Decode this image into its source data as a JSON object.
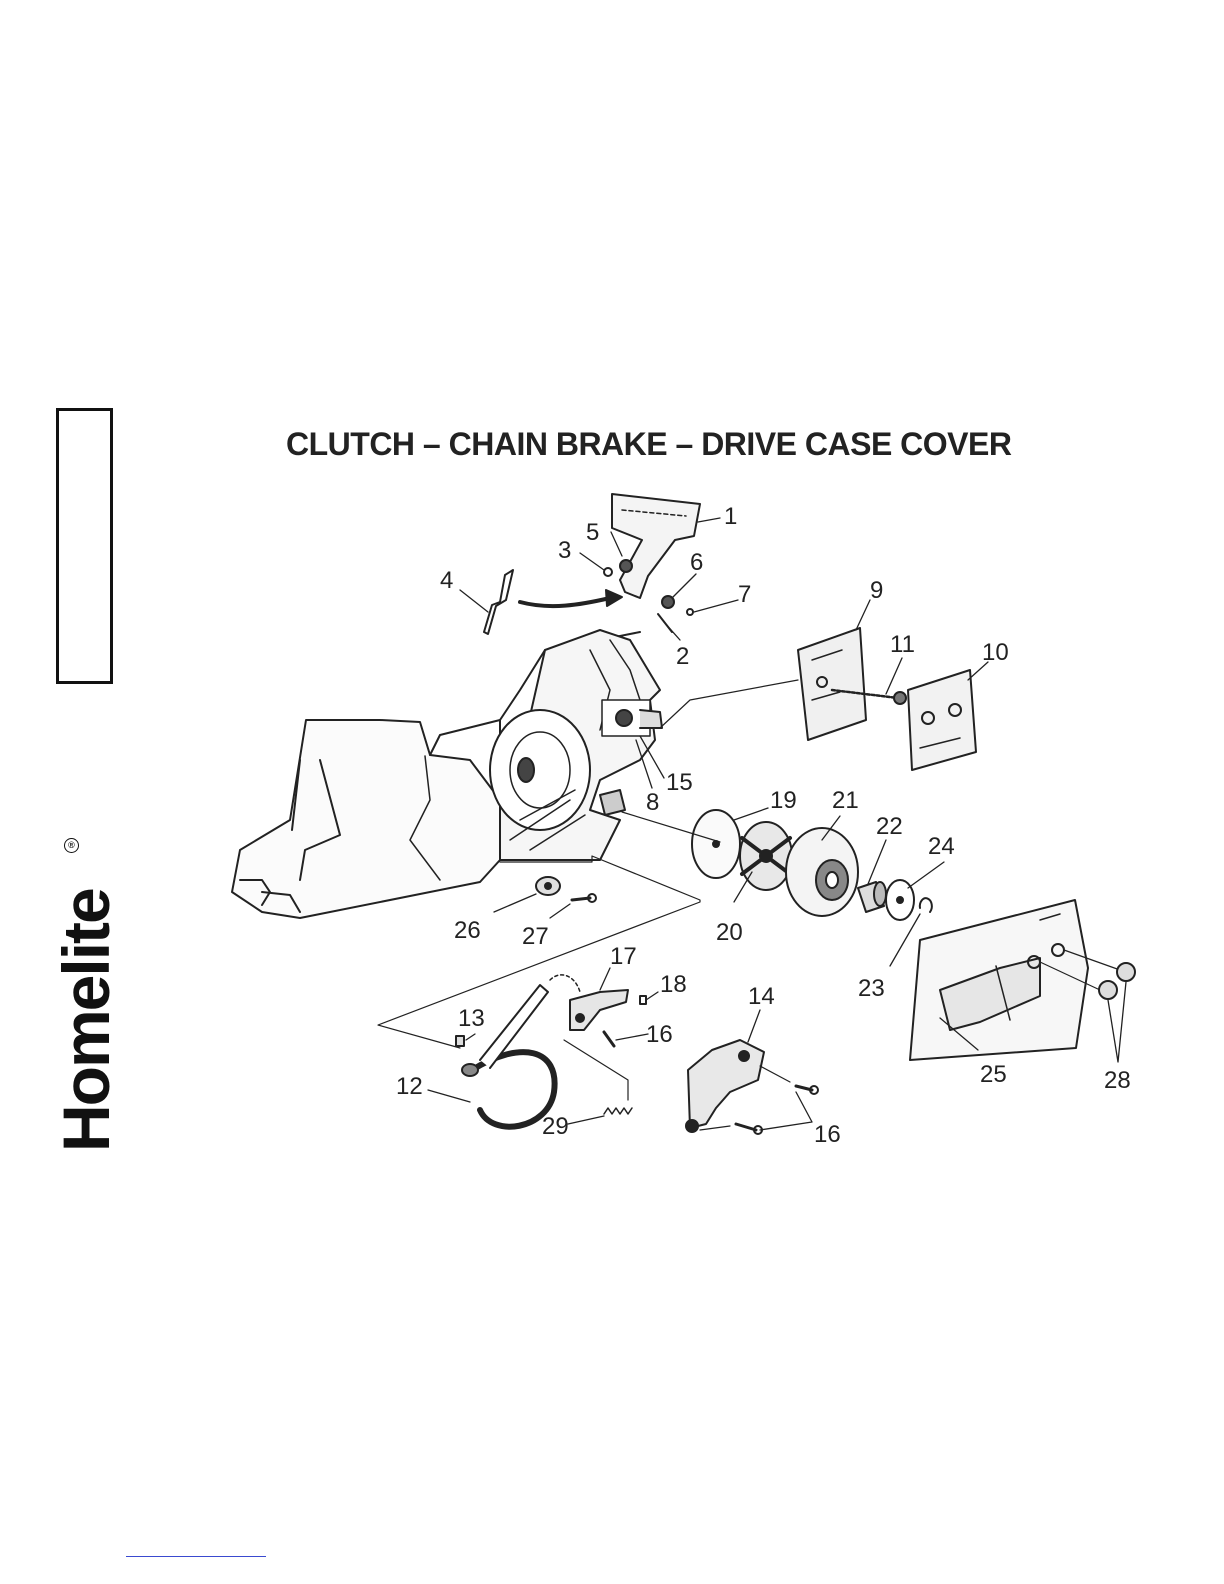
{
  "title": "CLUTCH – CHAIN BRAKE – DRIVE CASE COVER",
  "brand": {
    "name": "Homelite",
    "reg_mark": "®"
  },
  "callouts": [
    {
      "id": "c1",
      "label": "1"
    },
    {
      "id": "c2",
      "label": "2"
    },
    {
      "id": "c3",
      "label": "3"
    },
    {
      "id": "c4",
      "label": "4"
    },
    {
      "id": "c5",
      "label": "5"
    },
    {
      "id": "c6",
      "label": "6"
    },
    {
      "id": "c7",
      "label": "7"
    },
    {
      "id": "c8",
      "label": "8"
    },
    {
      "id": "c9",
      "label": "9"
    },
    {
      "id": "c10",
      "label": "10"
    },
    {
      "id": "c11",
      "label": "11"
    },
    {
      "id": "c12",
      "label": "12"
    },
    {
      "id": "c13",
      "label": "13"
    },
    {
      "id": "c14",
      "label": "14"
    },
    {
      "id": "c15",
      "label": "15"
    },
    {
      "id": "c16a",
      "label": "16"
    },
    {
      "id": "c16b",
      "label": "16"
    },
    {
      "id": "c17",
      "label": "17"
    },
    {
      "id": "c18",
      "label": "18"
    },
    {
      "id": "c19",
      "label": "19"
    },
    {
      "id": "c20",
      "label": "20"
    },
    {
      "id": "c21",
      "label": "21"
    },
    {
      "id": "c22",
      "label": "22"
    },
    {
      "id": "c23",
      "label": "23"
    },
    {
      "id": "c24",
      "label": "24"
    },
    {
      "id": "c25",
      "label": "25"
    },
    {
      "id": "c26",
      "label": "26"
    },
    {
      "id": "c27",
      "label": "27"
    },
    {
      "id": "c28",
      "label": "28"
    },
    {
      "id": "c29",
      "label": "29"
    }
  ]
}
